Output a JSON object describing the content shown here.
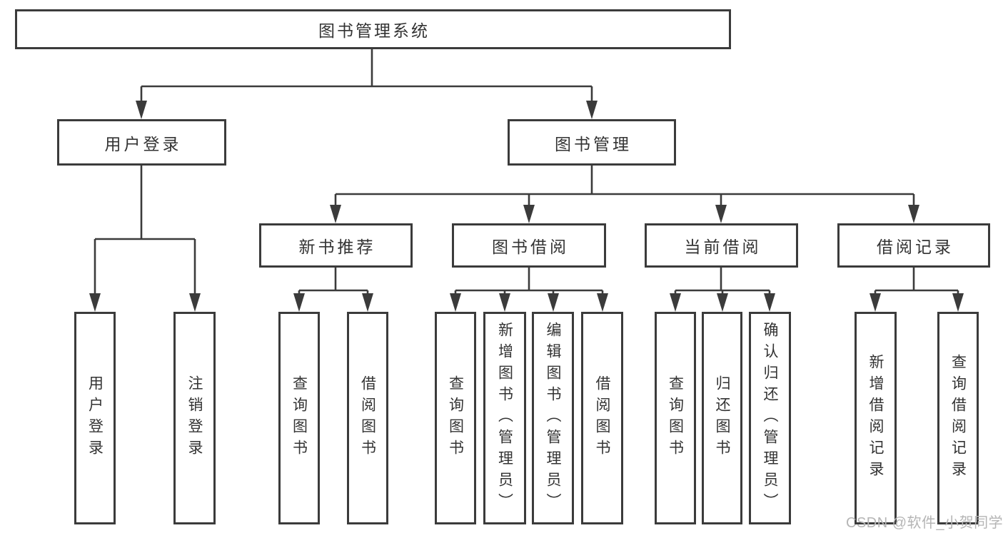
{
  "diagram_title": "图书管理系统",
  "watermark": "CSDN @软件_小贺同学",
  "colors": {
    "line": "#3b3b3b",
    "text": "#333333",
    "watermark": "#b5b5b5"
  },
  "nodes": {
    "root": "图书管理系统",
    "user_login": "用户登录",
    "book_mgmt": "图书管理",
    "new_book_rec": "新书推荐",
    "book_borrow": "图书借阅",
    "current_borrow": "当前借阅",
    "borrow_records": "借阅记录",
    "leaf_user_login": "用户登录",
    "leaf_logout": "注销登录",
    "leaf_query_book_1": "查询图书",
    "leaf_borrow_book_1": "借阅图书",
    "leaf_query_book_2": "查询图书",
    "leaf_add_book": "新增图书（管理员）",
    "leaf_edit_book": "编辑图书（管理员）",
    "leaf_borrow_book_2": "借阅图书",
    "leaf_query_book_3": "查询图书",
    "leaf_return_book": "归还图书",
    "leaf_confirm_return": "确认归还（管理员）",
    "leaf_add_record": "新增借阅记录",
    "leaf_query_record": "查询借阅记录"
  },
  "structure": {
    "root": "图书管理系统",
    "children": [
      {
        "label": "用户登录",
        "children": [
          "用户登录",
          "注销登录"
        ]
      },
      {
        "label": "图书管理",
        "children": [
          {
            "label": "新书推荐",
            "children": [
              "查询图书",
              "借阅图书"
            ]
          },
          {
            "label": "图书借阅",
            "children": [
              "查询图书",
              "新增图书（管理员）",
              "编辑图书（管理员）",
              "借阅图书"
            ]
          },
          {
            "label": "当前借阅",
            "children": [
              "查询图书",
              "归还图书",
              "确认归还（管理员）"
            ]
          },
          {
            "label": "借阅记录",
            "children": [
              "新增借阅记录",
              "查询借阅记录"
            ]
          }
        ]
      }
    ]
  }
}
